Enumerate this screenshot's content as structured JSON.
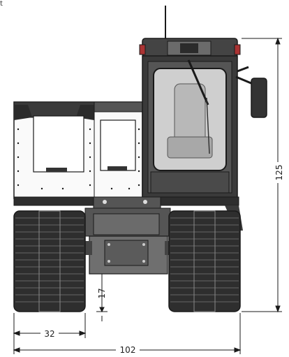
{
  "corner_mark": "t",
  "dimensions": {
    "height": "125",
    "overall_width": "102",
    "track_width": "32",
    "ground_clearance": "17"
  },
  "colors": {
    "line": "#1a1a1a",
    "dark": "#3a3a3a",
    "mid": "#6b6b6b",
    "panel": "#ffffff",
    "glass": "#cfcfcf",
    "track": "#2e2e2e"
  }
}
